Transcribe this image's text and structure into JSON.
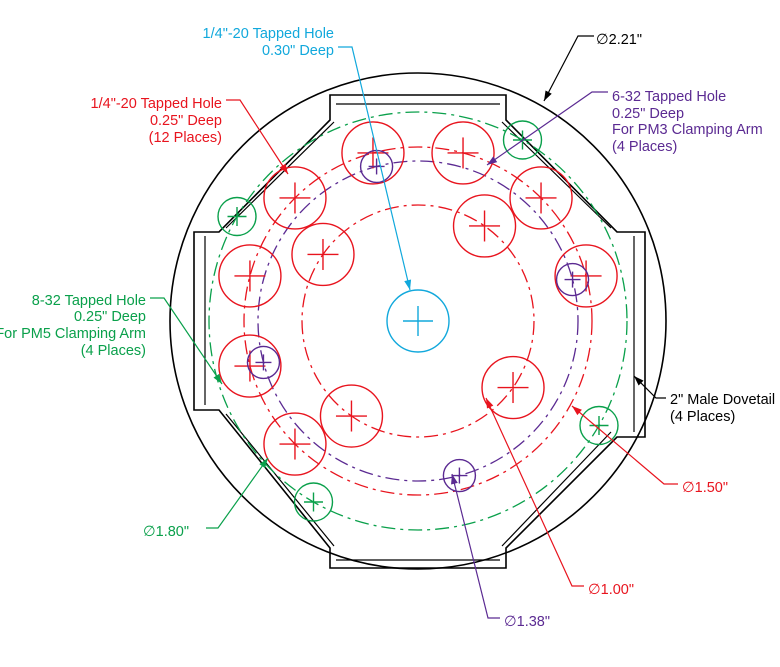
{
  "colors": {
    "outline": "#000000",
    "red": "#e8141e",
    "cyan": "#11a8dc",
    "purple": "#5b2a92",
    "green": "#0aa04b"
  },
  "labels": {
    "outer_diameter": "∅2.21\"",
    "center_hole": [
      "1/4\"-20 Tapped Hole",
      "0.30\" Deep"
    ],
    "red_holes": [
      "1/4\"-20 Tapped Hole",
      "0.25\" Deep",
      "(12 Places)"
    ],
    "purple_holes": [
      "6-32 Tapped Hole",
      "0.25\" Deep",
      "For PM3 Clamping Arm",
      "(4 Places)"
    ],
    "green_holes": [
      "8-32 Tapped Hole",
      "0.25\" Deep",
      "For PM5 Clamping Arm",
      "(4 Places)"
    ],
    "dovetail": [
      "2\" Male Dovetail",
      "(4 Places)"
    ],
    "dia_150": "∅1.50\"",
    "dia_180": "∅1.80\"",
    "dia_100": "∅1.00\"",
    "dia_138": "∅1.38\""
  },
  "hole_pattern": {
    "red_inner_angles_deg": [
      55,
      145,
      235,
      325
    ],
    "red_outer_angles_deg": [
      15,
      45,
      75,
      105,
      135,
      165,
      195,
      225
    ],
    "purple_angles_deg": [
      15,
      105,
      195,
      285
    ],
    "green_angles_deg": [
      60,
      150,
      240,
      330
    ]
  }
}
